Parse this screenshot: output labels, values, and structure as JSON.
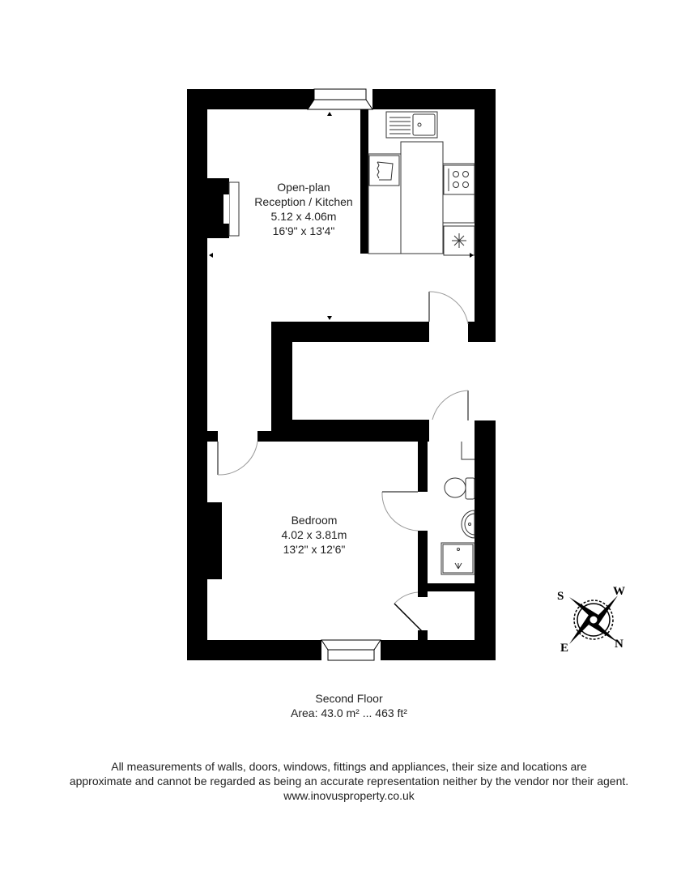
{
  "floor": {
    "name": "Second Floor",
    "area_label": "Area: 43.0 m² ... 463 ft²"
  },
  "rooms": [
    {
      "name_line1": "Open-plan",
      "name_line2": "Reception / Kitchen",
      "metric": "5.12 x 4.06m",
      "imperial": "16'9\" x 13'4\""
    },
    {
      "name_line1": "Bedroom",
      "metric": "4.02 x 3.81m",
      "imperial": "13'2\" x 12'6\""
    }
  ],
  "compass": {
    "labels": {
      "s": "S",
      "w": "W",
      "e": "E",
      "n": "N"
    }
  },
  "disclaimer": {
    "line1": "All measurements of walls, doors, windows, fittings and appliances, their size and locations are",
    "line2": "approximate and cannot be regarded as being an accurate representation neither by the vendor nor their agent.",
    "website": "www.inovusproperty.co.uk"
  },
  "colors": {
    "wall": "#000000",
    "background": "#ffffff",
    "door_arc": "#9a9a9a",
    "fixture_line": "#333333"
  }
}
